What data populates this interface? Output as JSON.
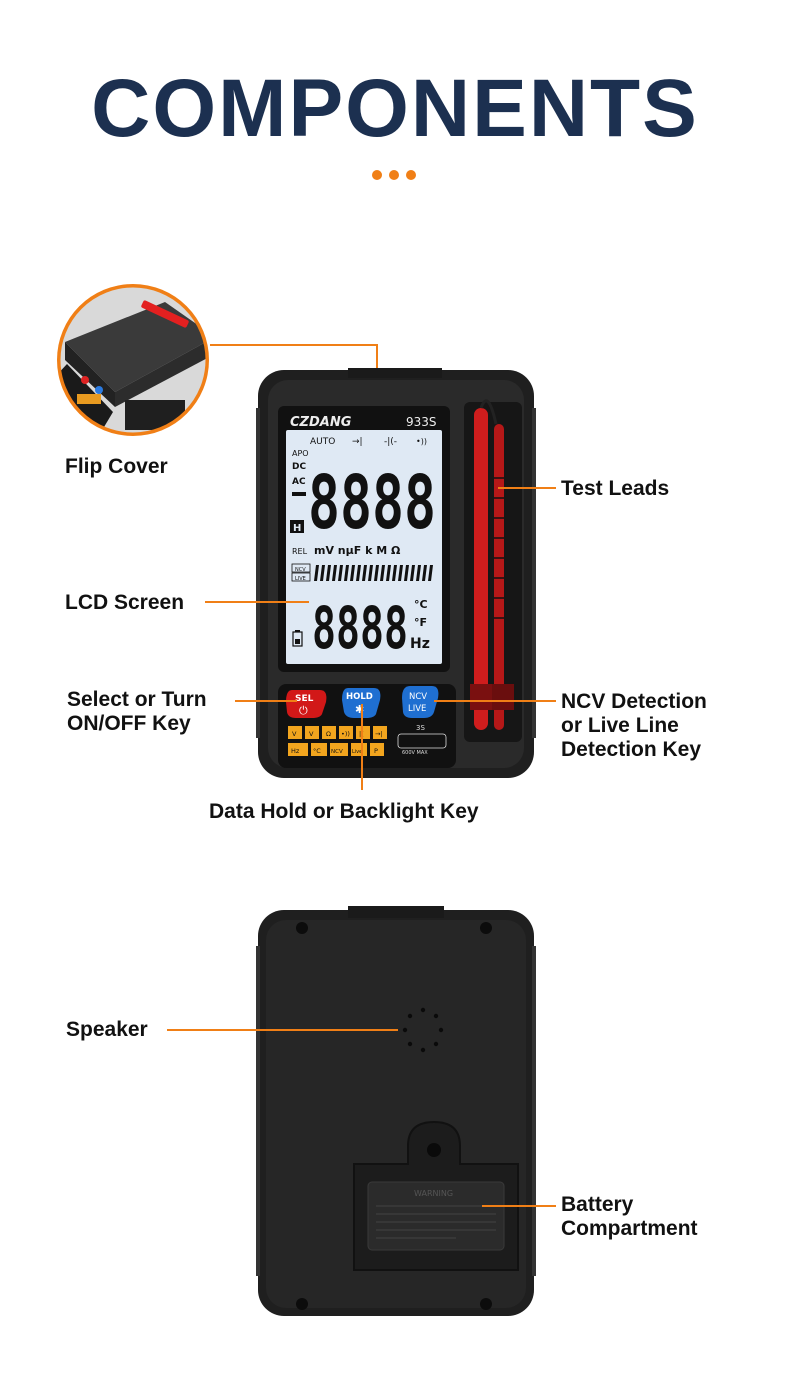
{
  "header": {
    "title": "COMPONENTS"
  },
  "labels": {
    "flip_cover": "Flip Cover",
    "test_leads": "Test Leads",
    "lcd_screen": "LCD Screen",
    "select_key": [
      "Select or Turn",
      "ON/OFF Key"
    ],
    "ncv_key": [
      "NCV Detection",
      "or Live Line",
      "Detection Key"
    ],
    "hold_key": "Data Hold or Backlight Key",
    "speaker": "Speaker",
    "battery": [
      "Battery",
      "Compartment"
    ]
  },
  "device": {
    "brand": "CZDANG",
    "model": "933S",
    "lcd": {
      "auto": "AUTO",
      "apo": "APO",
      "dc": "DC",
      "ac": "AC",
      "h": "H",
      "rel": "REL",
      "units_row": "mV   nµF   k M Ω",
      "main_digits": "8888",
      "sub_digits": "8888",
      "ncv": "NCV",
      "live": "LIVE",
      "celsius": "°C",
      "fahrenheit": "°F",
      "hz": "Hz"
    },
    "buttons": {
      "sel": "SEL",
      "hold": "HOLD",
      "ncv": "NCV",
      "live": "LIVE"
    },
    "mode_icons": [
      "V",
      "V",
      "Ω",
      "•))",
      "|(",
      "→|",
      "Hz",
      "°C",
      "NCV",
      "Live",
      "P"
    ],
    "rating": "600V MAX",
    "auto_off": "3S",
    "back": {
      "warning": "WARNING"
    }
  },
  "colors": {
    "title": "#1c3050",
    "accent": "#f07f16",
    "lcd_bg": "#dfe9f4",
    "body": "#1f1f1f",
    "sel_button": "#d21818",
    "hold_button": "#1f6fd1",
    "mode_keys": "#f2a51e",
    "test_lead": "#cf1d1d"
  }
}
